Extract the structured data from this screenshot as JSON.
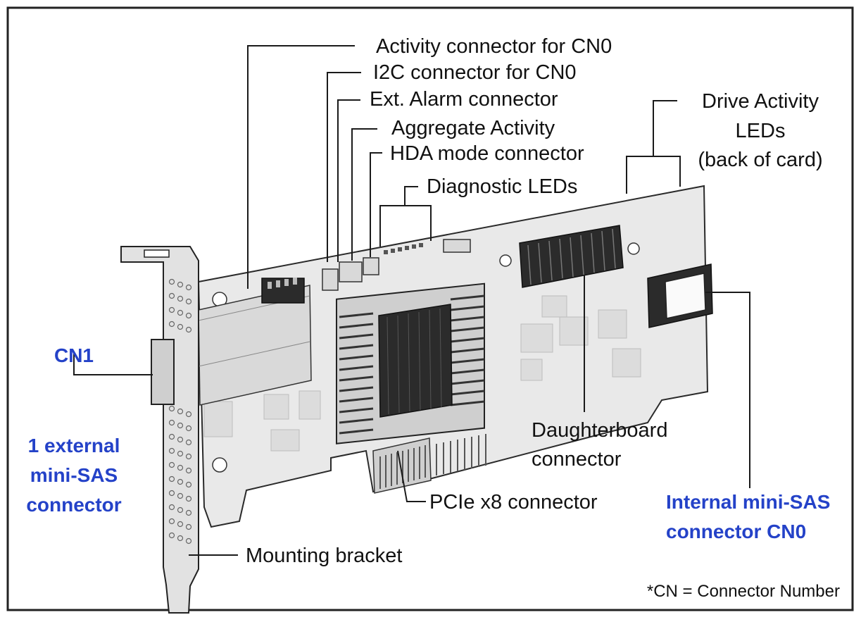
{
  "colors": {
    "accent_blue": "#2442c8",
    "frame": "#222222",
    "board": "#e9e9e9"
  },
  "labels": {
    "activity_cn0": "Activity connector for CN0",
    "i2c_cn0": "I2C connector for CN0",
    "ext_alarm": "Ext. Alarm connector",
    "aggregate_activity": "Aggregate Activity",
    "hda_mode": "HDA mode connector",
    "diagnostic_leds": "Diagnostic LEDs",
    "drive_activity": [
      "Drive Activity",
      "LEDs",
      "(back of card)"
    ],
    "cn1": "CN1",
    "external_sas": [
      "1 external",
      "mini-SAS",
      "connector"
    ],
    "daughterboard": [
      "Daughterboard",
      "connector"
    ],
    "pcie": "PCIe x8 connector",
    "internal_sas": [
      "Internal mini-SAS",
      "connector CN0"
    ],
    "mounting_bracket": "Mounting bracket",
    "footnote": "*CN = Connector Number"
  }
}
